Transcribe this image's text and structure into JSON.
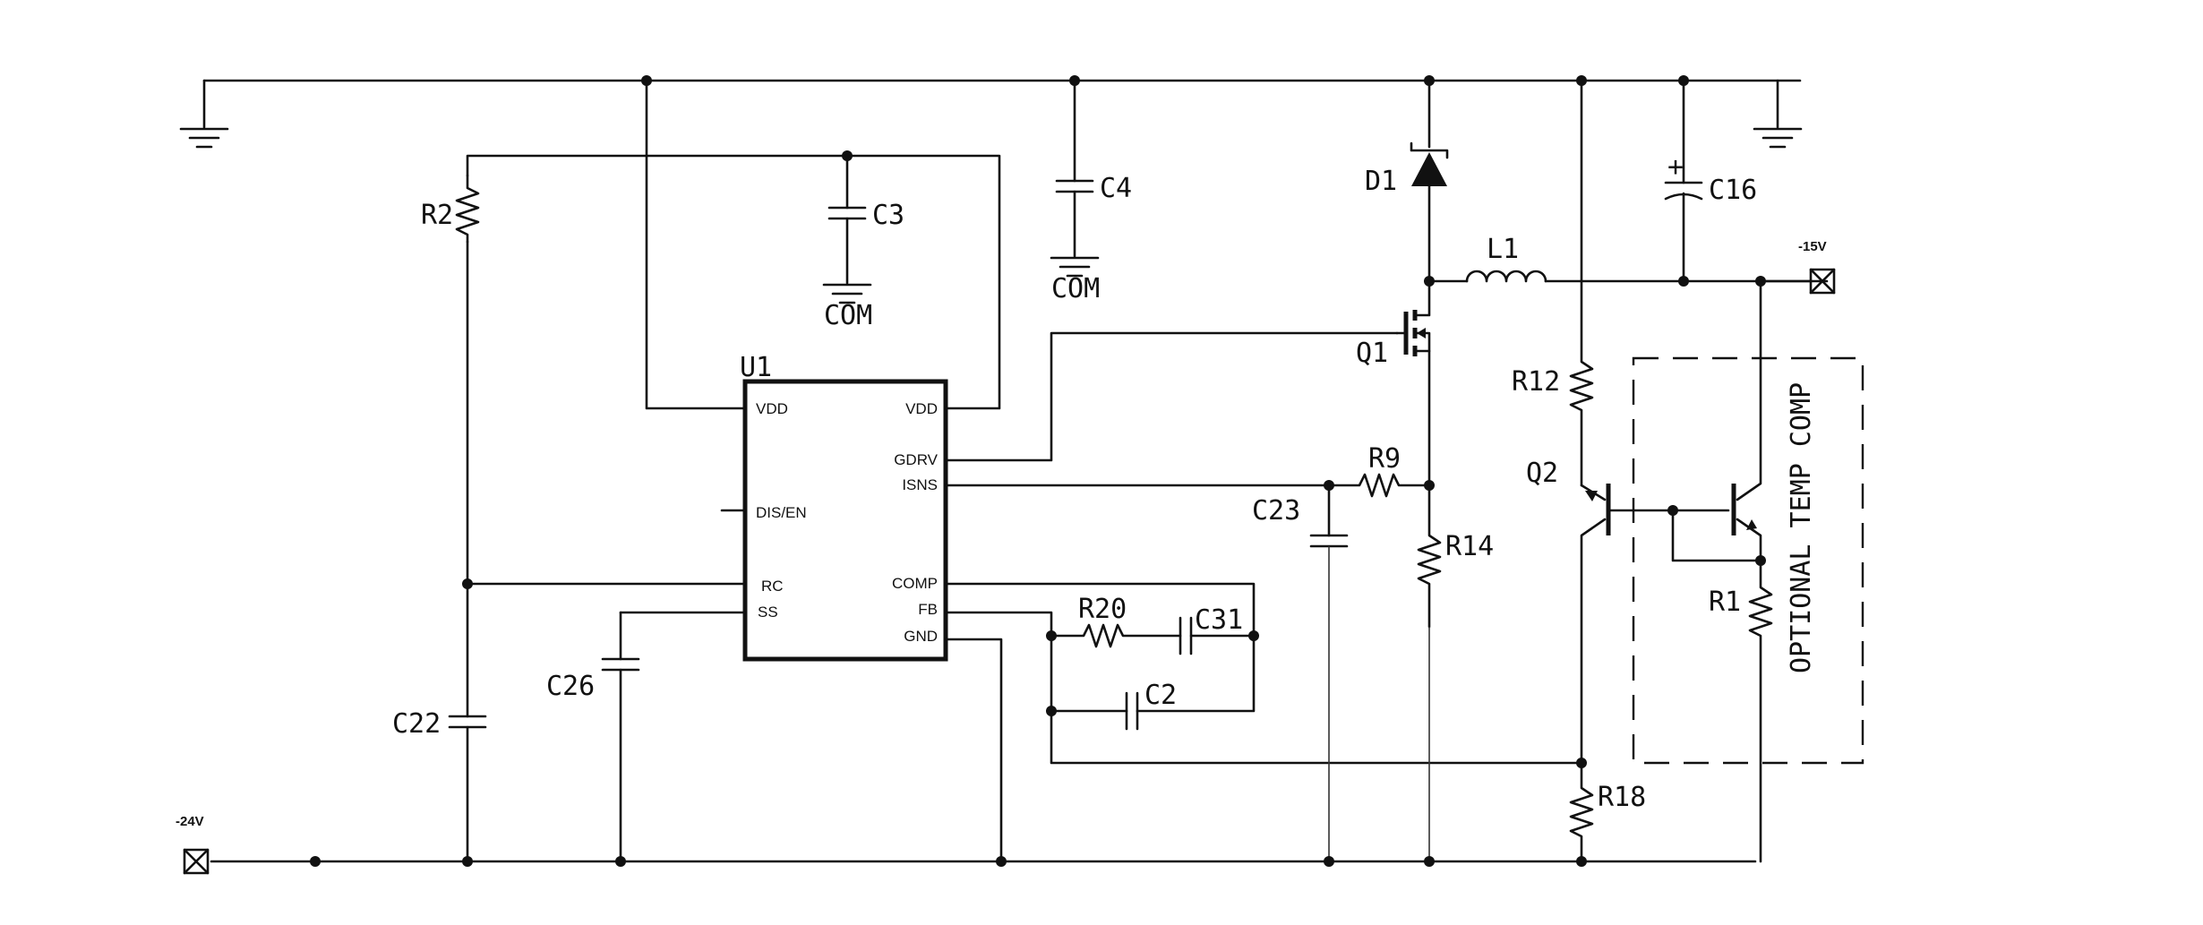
{
  "title": "",
  "nets": {
    "neg24": "-24V",
    "neg15": "-15V",
    "com_c3": "COM",
    "com_c4": "COM"
  },
  "ic": {
    "ref": "U1",
    "pins": {
      "vdd_left": "VDD",
      "vdd_right": "VDD",
      "gdrv": "GDRV",
      "isns": "ISNS",
      "dis_en": "DIS/EN",
      "rc": "RC",
      "ss": "SS",
      "comp": "COMP",
      "fb": "FB",
      "gnd": "GND"
    }
  },
  "refs": {
    "R2": "R2",
    "C3": "C3",
    "C4": "C4",
    "D1": "D1",
    "L1": "L1",
    "C16": "C16",
    "Q1": "Q1",
    "R12": "R12",
    "Q2": "Q2",
    "R9": "R9",
    "C23": "C23",
    "R14": "R14",
    "R20": "R20",
    "C31": "C31",
    "C2": "C2",
    "C22": "C22",
    "C26": "C26",
    "R18": "R18",
    "R1": "R1"
  },
  "box_label": "OPTIONAL TEMP COMP",
  "cap_polarity": "+"
}
